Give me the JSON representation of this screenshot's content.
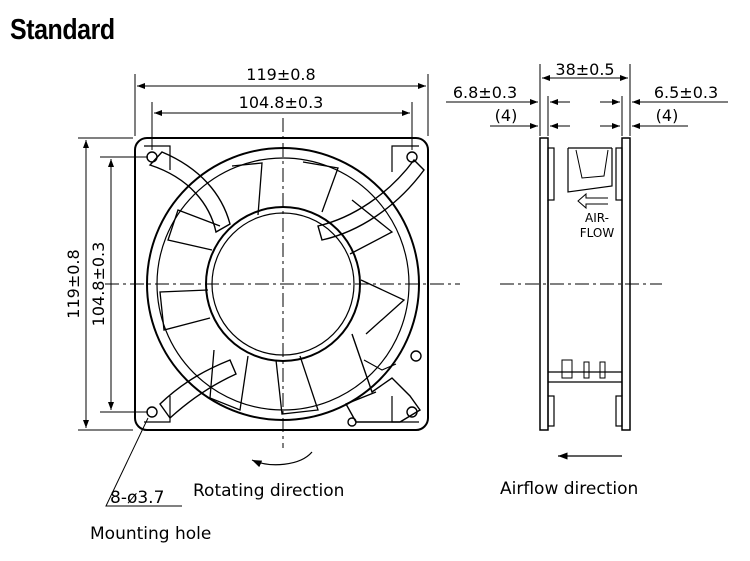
{
  "title": "Standard",
  "front_view": {
    "width_outer": "119±0.8",
    "width_hole": "104.8±0.3",
    "height_outer": "119±0.8",
    "height_hole": "104.8±0.3",
    "hole_spec": "8-ø3.7",
    "hole_label": "Mounting hole",
    "rotation_label": "Rotating direction"
  },
  "side_view": {
    "depth": "38±0.5",
    "flange_left": "6.8±0.3",
    "flange_left_sub": "(4)",
    "flange_right": "6.5±0.3",
    "flange_right_sub": "(4)",
    "air_label_1": "AIR-",
    "air_label_2": "FLOW",
    "airflow_label": "Airflow direction"
  }
}
